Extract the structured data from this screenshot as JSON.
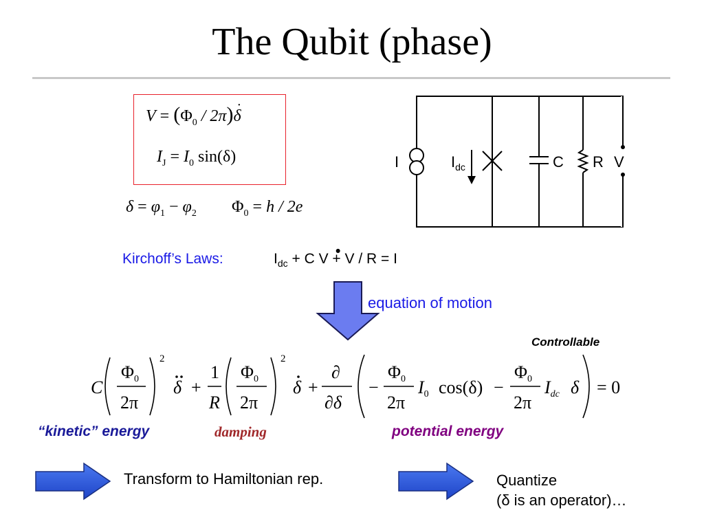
{
  "slide": {
    "title": "The Qubit (phase)"
  },
  "equations": {
    "voltage": {
      "lhs": "V",
      "eq": "=",
      "lpar": "(",
      "phi": "Φ",
      "phi_sub": "0",
      "div": "/ 2π",
      "rpar": ")",
      "delta": "δ"
    },
    "josephson": {
      "lhs": "I",
      "lhs_sub": "J",
      "eq": "=",
      "i0": "I",
      "i0_sub": "0",
      "rest": "sin(δ)"
    },
    "phase_def": {
      "delta": "δ",
      "eq": "=",
      "phi1": "φ",
      "phi1_sub": "1",
      "minus": "−",
      "phi2": "φ",
      "phi2_sub": "2"
    },
    "flux_quantum": {
      "phi": "Φ",
      "phi_sub": "0",
      "eq": "=",
      "rhs": "h / 2e"
    }
  },
  "circuit": {
    "labels": {
      "current": "I",
      "idc": "I",
      "idc_sub": "dc",
      "capacitor": "C",
      "resistor": "R",
      "voltage": "V"
    }
  },
  "kirchoff": {
    "label": "Kirchoff’s Laws:",
    "i": "I",
    "i_sub": "dc",
    "rest": " + C V + V / R = I",
    "vdot": "•"
  },
  "motion": {
    "label": "equation of motion",
    "controllable": "Controllable"
  },
  "big_equation": {
    "C": "C",
    "phi": "Φ",
    "phi_sub": "0",
    "two_pi": "2π",
    "sq": "2",
    "plus": "+",
    "one": "1",
    "R": "R",
    "delta": "δ",
    "partial": "∂",
    "partial_delta": "∂δ",
    "minus": "−",
    "i0": "I",
    "i0_sub": "0",
    "cos": "cos(δ)",
    "idc": "I",
    "idc_sub": "dc",
    "equals_zero": "= 0"
  },
  "energy_labels": {
    "kinetic": "“kinetic” energy",
    "damping": "damping",
    "potential": "potential energy"
  },
  "footer": {
    "transform": "Transform to Hamiltonian rep.",
    "quantize_line1": "Quantize",
    "quantize_line2": "(δ is an operator)…"
  },
  "colors": {
    "box_border": "#e8202a",
    "blue_text": "#1a1ae6",
    "arrow_fill": "#6b7cf0",
    "arrow_blue": "#2d5be0",
    "kinetic": "#1a1a99",
    "damping": "#a0282a",
    "potential": "#800080"
  }
}
